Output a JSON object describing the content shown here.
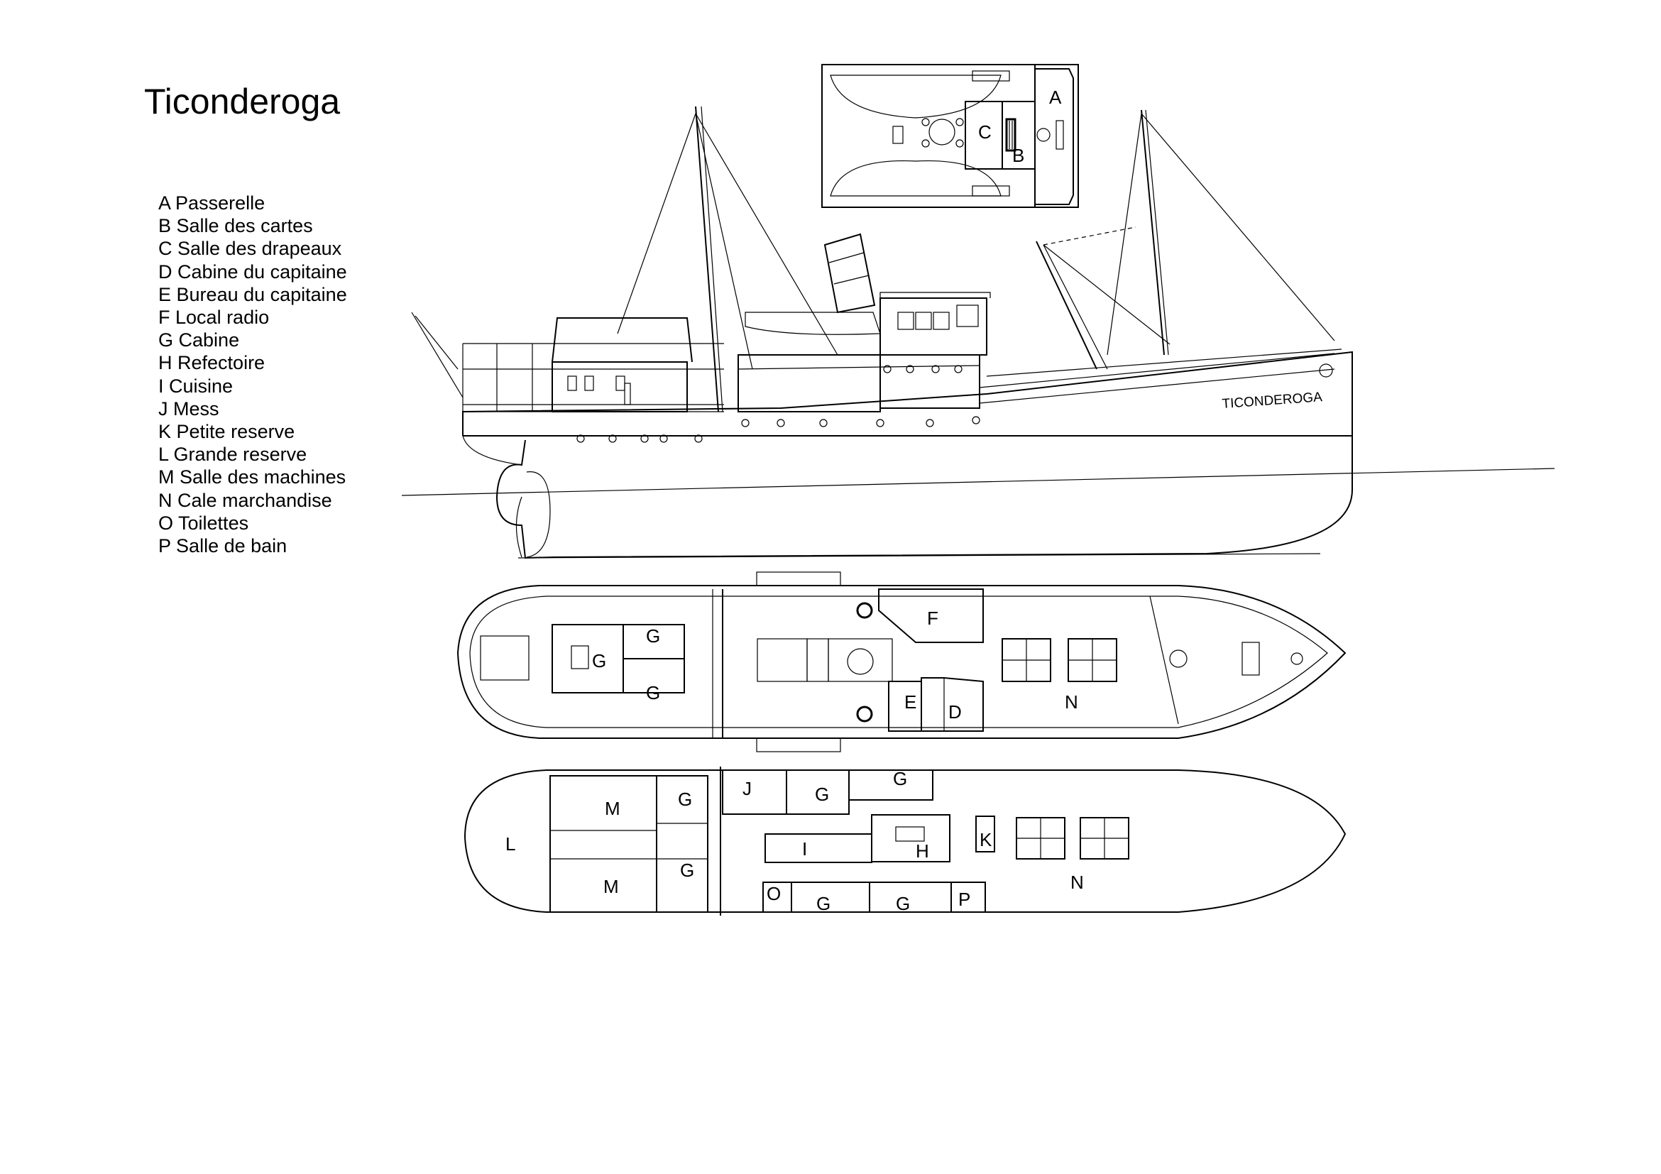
{
  "title": "Ticonderoga",
  "legend": [
    {
      "code": "A",
      "name": "Passerelle"
    },
    {
      "code": "B",
      "name": "Salle des cartes"
    },
    {
      "code": "C",
      "name": "Salle des drapeaux"
    },
    {
      "code": "D",
      "name": "Cabine du capitaine"
    },
    {
      "code": "E",
      "name": "Bureau du capitaine"
    },
    {
      "code": "F",
      "name": "Local radio"
    },
    {
      "code": "G",
      "name": "Cabine"
    },
    {
      "code": "H",
      "name": "Refectoire"
    },
    {
      "code": "I",
      "name": "Cuisine"
    },
    {
      "code": "J",
      "name": "Mess"
    },
    {
      "code": "K",
      "name": "Petite reserve"
    },
    {
      "code": "L",
      "name": "Grande reserve"
    },
    {
      "code": "M",
      "name": "Salle des machines"
    },
    {
      "code": "N",
      "name": "Cale marchandise"
    },
    {
      "code": "O",
      "name": "Toilettes"
    },
    {
      "code": "P",
      "name": "Salle de bain"
    }
  ],
  "hull_name": "TICONDEROGA",
  "bridge_labels": [
    "A",
    "C",
    "B"
  ],
  "main_deck_labels": [
    "G",
    "G",
    "G",
    "F",
    "E",
    "D",
    "N"
  ],
  "lower_deck_labels": [
    "M",
    "M",
    "L",
    "G",
    "G",
    "J",
    "G",
    "G",
    "I",
    "H",
    "K",
    "O",
    "G",
    "G",
    "P",
    "N"
  ]
}
